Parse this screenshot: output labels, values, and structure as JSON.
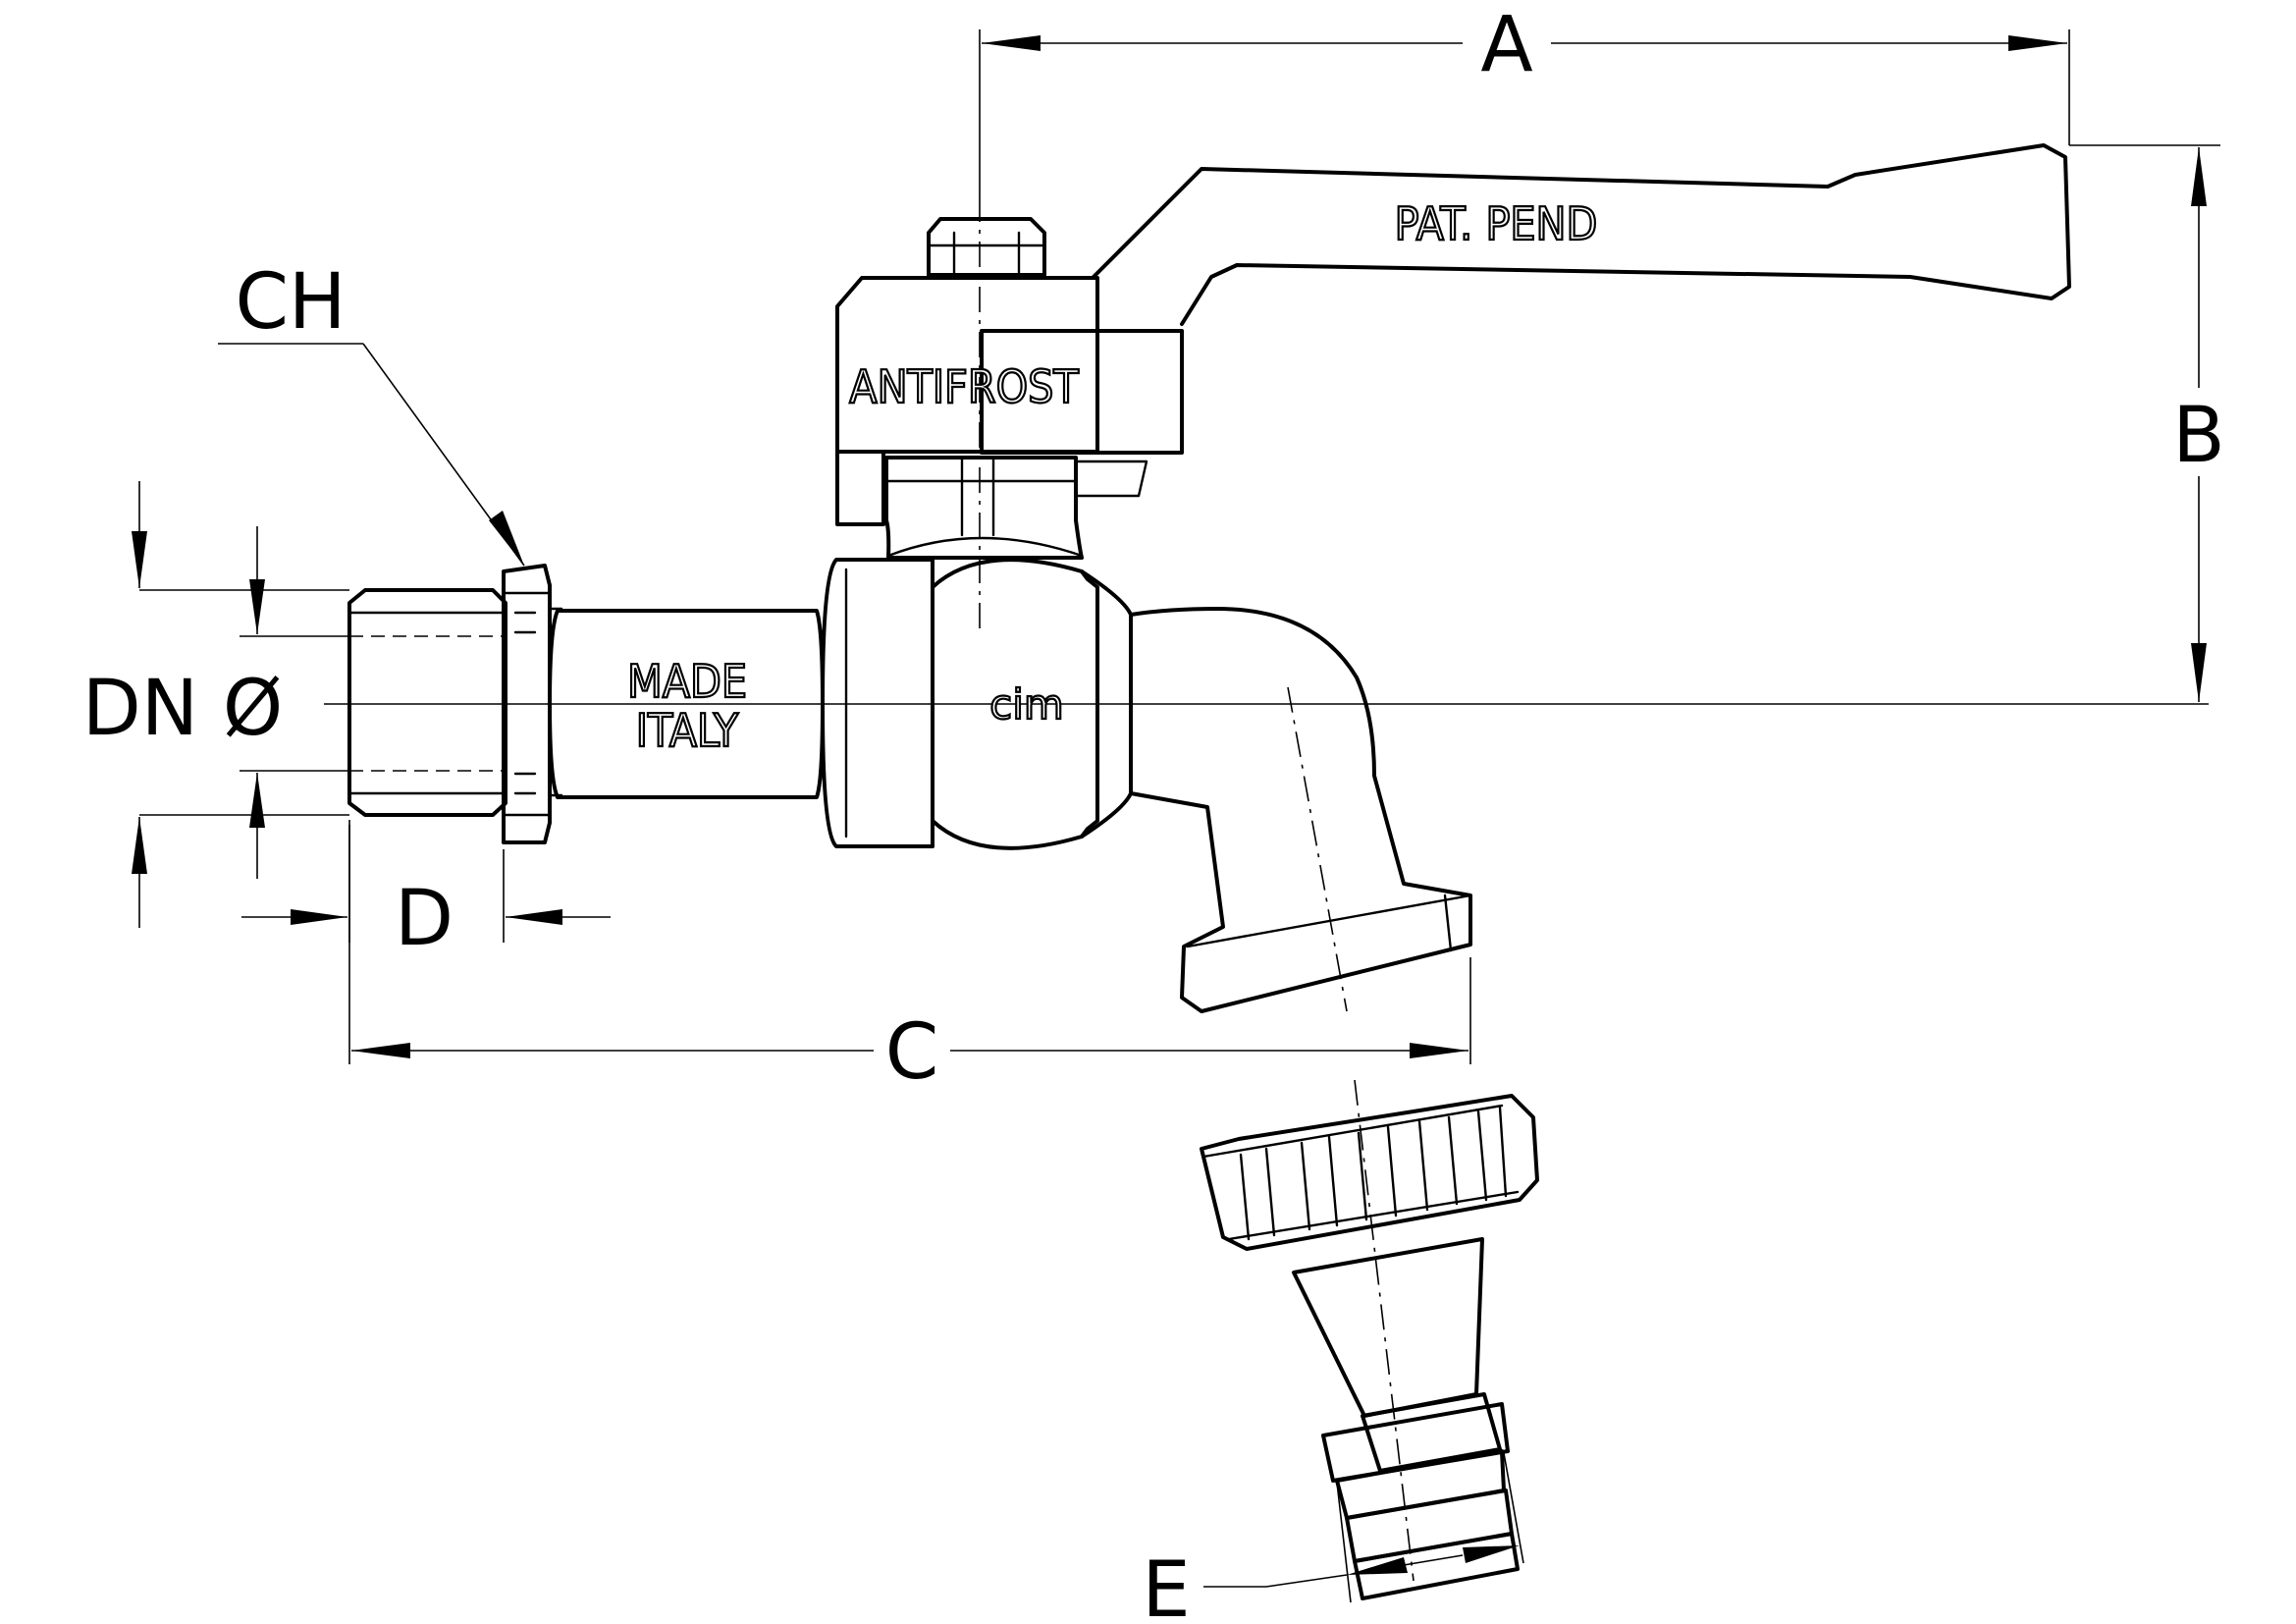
{
  "dimensions": {
    "A": "A",
    "B": "B",
    "C": "C",
    "D": "D",
    "E": "E",
    "CH": "CH",
    "DN": "DN Ø"
  },
  "markings": {
    "handle": "PAT. PEND",
    "lever_block": "ANTIFROST",
    "body_line1": "MADE",
    "body_line2": "ITALY",
    "logo": "cim"
  }
}
